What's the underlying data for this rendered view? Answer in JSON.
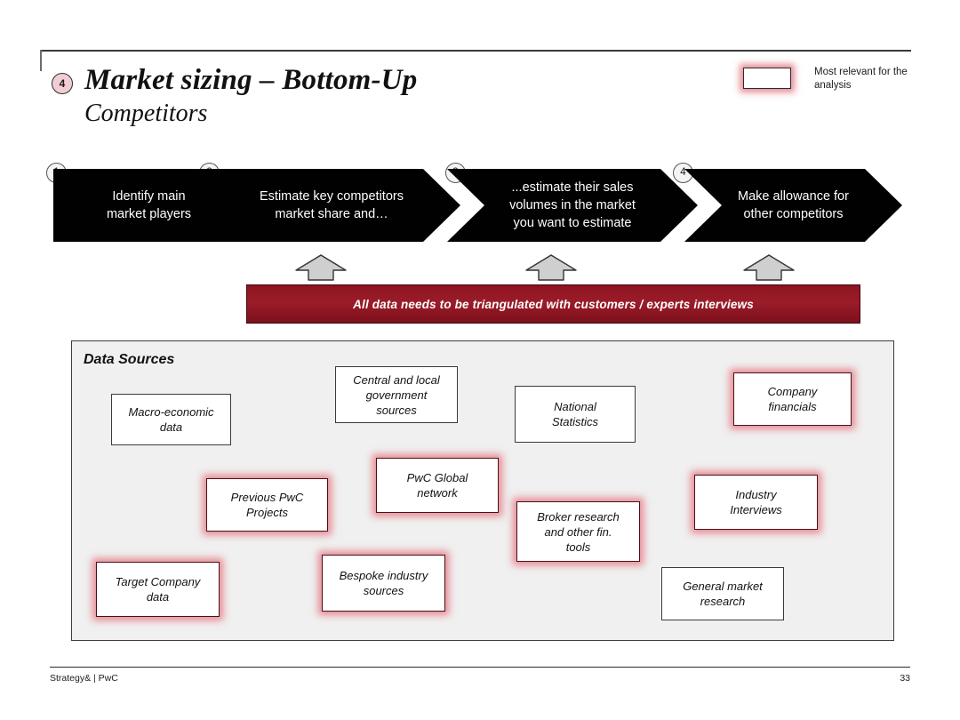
{
  "header": {
    "badge": "4",
    "title_line1": "Market sizing – Bottom-Up",
    "title_line2": "Competitors"
  },
  "legend": {
    "swatch_name": "highlighted-box-swatch",
    "text": "Most relevant for the analysis"
  },
  "process": {
    "steps": [
      {
        "number": "1",
        "text": "Identify main\nmarket players"
      },
      {
        "number": "2",
        "text": "Estimate key competitors\nmarket share and…"
      },
      {
        "number": "3",
        "text": "...estimate their sales\nvolumes in the market\nyou want to estimate"
      },
      {
        "number": "4",
        "text": "Make allowance for\nother competitors"
      }
    ]
  },
  "banner": {
    "text": "All data needs to be triangulated with customers / experts interviews",
    "arrow_count": 3
  },
  "data_sources": {
    "title": "Data Sources",
    "boxes": [
      {
        "label": "Macro-economic\ndata",
        "highlighted": false
      },
      {
        "label": "Central and local\ngovernment\nsources",
        "highlighted": false
      },
      {
        "label": "National\nStatistics",
        "highlighted": false
      },
      {
        "label": "Company\nfinancials",
        "highlighted": true
      },
      {
        "label": "Previous PwC\nProjects",
        "highlighted": true
      },
      {
        "label": "PwC Global\nnetwork",
        "highlighted": true
      },
      {
        "label": "Broker research\nand other fin.\ntools",
        "highlighted": true
      },
      {
        "label": "Industry\nInterviews",
        "highlighted": true
      },
      {
        "label": "Target Company\ndata",
        "highlighted": true
      },
      {
        "label": "Bespoke industry\nsources",
        "highlighted": true
      },
      {
        "label": "General market\nresearch",
        "highlighted": false
      }
    ]
  },
  "footer": {
    "left": "Strategy& | PwC",
    "page": "33"
  },
  "colors": {
    "banner_red": "#8d1423",
    "highlight_glow": "#e57e89",
    "badge_pink": "#f2cdd4",
    "chevron_black": "#010101",
    "panel_bg": "#f0f0f0"
  }
}
